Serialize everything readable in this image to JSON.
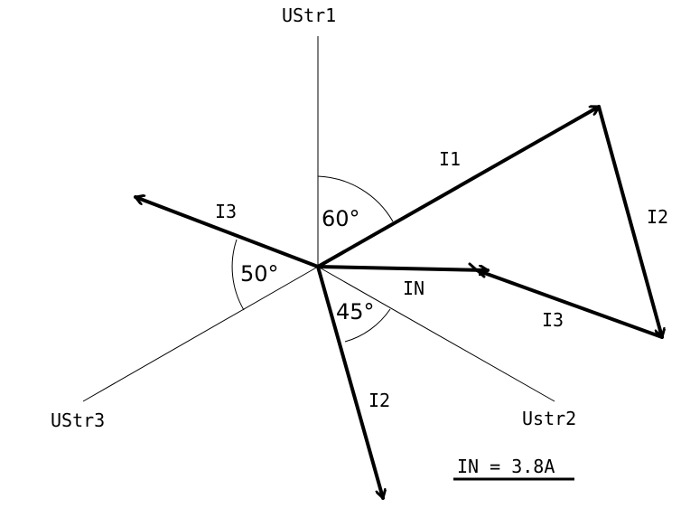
{
  "diagram": {
    "references": {
      "ustr1": "UStr1",
      "ustr2": "Ustr2",
      "ustr3": "UStr3"
    },
    "vectors": {
      "i1": "I1",
      "i2": "I2",
      "i3": "I3",
      "in": "IN",
      "i2_chain": "I2",
      "i3_chain": "I3"
    },
    "angles": {
      "a1": "60°",
      "a2": "45°",
      "a3": "50°"
    },
    "result": "IN = 3.8A"
  }
}
